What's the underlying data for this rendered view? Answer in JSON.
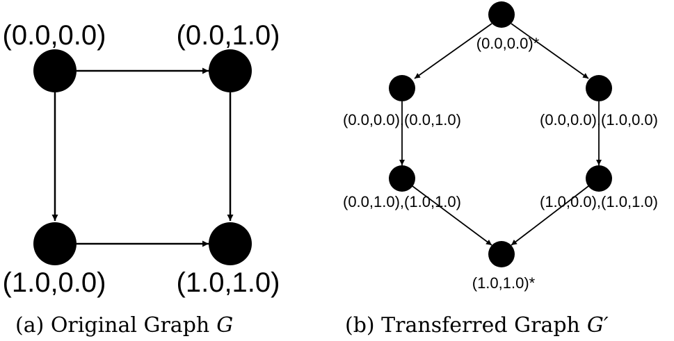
{
  "graph_a": {
    "nodes": [
      {
        "id": "a00",
        "label": "(0.0,0.0)"
      },
      {
        "id": "a01",
        "label": "(0.0,1.0)"
      },
      {
        "id": "a10",
        "label": "(1.0,0.0)"
      },
      {
        "id": "a11",
        "label": "(1.0,1.0)"
      }
    ],
    "edges": [
      {
        "from": "a00",
        "to": "a01"
      },
      {
        "from": "a00",
        "to": "a10"
      },
      {
        "from": "a01",
        "to": "a11"
      },
      {
        "from": "a10",
        "to": "a11"
      }
    ],
    "caption": "(a) Original Graph",
    "caption_var": "G"
  },
  "graph_b": {
    "nodes": [
      {
        "id": "b_top",
        "label": "(0.0,0.0)*"
      },
      {
        "id": "b_ul",
        "label": "(0.0,0.0),(0.0,1.0)"
      },
      {
        "id": "b_ur",
        "label": "(0.0,0.0),(1.0,0.0)"
      },
      {
        "id": "b_ll",
        "label": "(0.0,1.0),(1.0,1.0)"
      },
      {
        "id": "b_lr",
        "label": "(1.0,0.0),(1.0,1.0)"
      },
      {
        "id": "b_bot",
        "label": "(1.0,1.0)*"
      }
    ],
    "edges": [
      {
        "from": "b_top",
        "to": "b_ul"
      },
      {
        "from": "b_top",
        "to": "b_ur"
      },
      {
        "from": "b_ul",
        "to": "b_ll"
      },
      {
        "from": "b_ur",
        "to": "b_lr"
      },
      {
        "from": "b_ll",
        "to": "b_bot"
      },
      {
        "from": "b_lr",
        "to": "b_bot"
      }
    ],
    "caption": "(b) Transferred Graph",
    "caption_var": "G′"
  }
}
